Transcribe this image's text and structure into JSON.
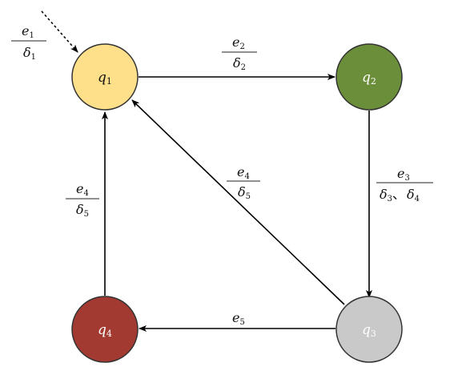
{
  "nodes": [
    {
      "id": "q1",
      "label": "q",
      "sub": "1",
      "color": "#FFE08A"
    },
    {
      "id": "q2",
      "label": "q",
      "sub": "2",
      "color": "#6B8E3A"
    },
    {
      "id": "q3",
      "label": "q",
      "sub": "3",
      "color": "#C9C9C9"
    },
    {
      "id": "q4",
      "label": "q",
      "sub": "4",
      "color": "#A33A32"
    }
  ],
  "edges": {
    "initial": {
      "top": "e",
      "top_sub": "1",
      "bottom": "δ",
      "bottom_sub": "1"
    },
    "q1_q2": {
      "top": "e",
      "top_sub": "2",
      "bottom": "δ",
      "bottom_sub": "2"
    },
    "q2_q3": {
      "top": "e",
      "top_sub": "3",
      "bottom_a": "δ",
      "bottom_a_sub": "3",
      "separator": "、",
      "bottom_b": "δ",
      "bottom_b_sub": "4"
    },
    "q3_q1": {
      "top": "e",
      "top_sub": "4",
      "bottom": "δ",
      "bottom_sub": "5"
    },
    "q4_q1": {
      "top": "e",
      "top_sub": "4",
      "bottom": "δ",
      "bottom_sub": "5"
    },
    "q3_q4": {
      "label": "e",
      "label_sub": "5"
    }
  }
}
